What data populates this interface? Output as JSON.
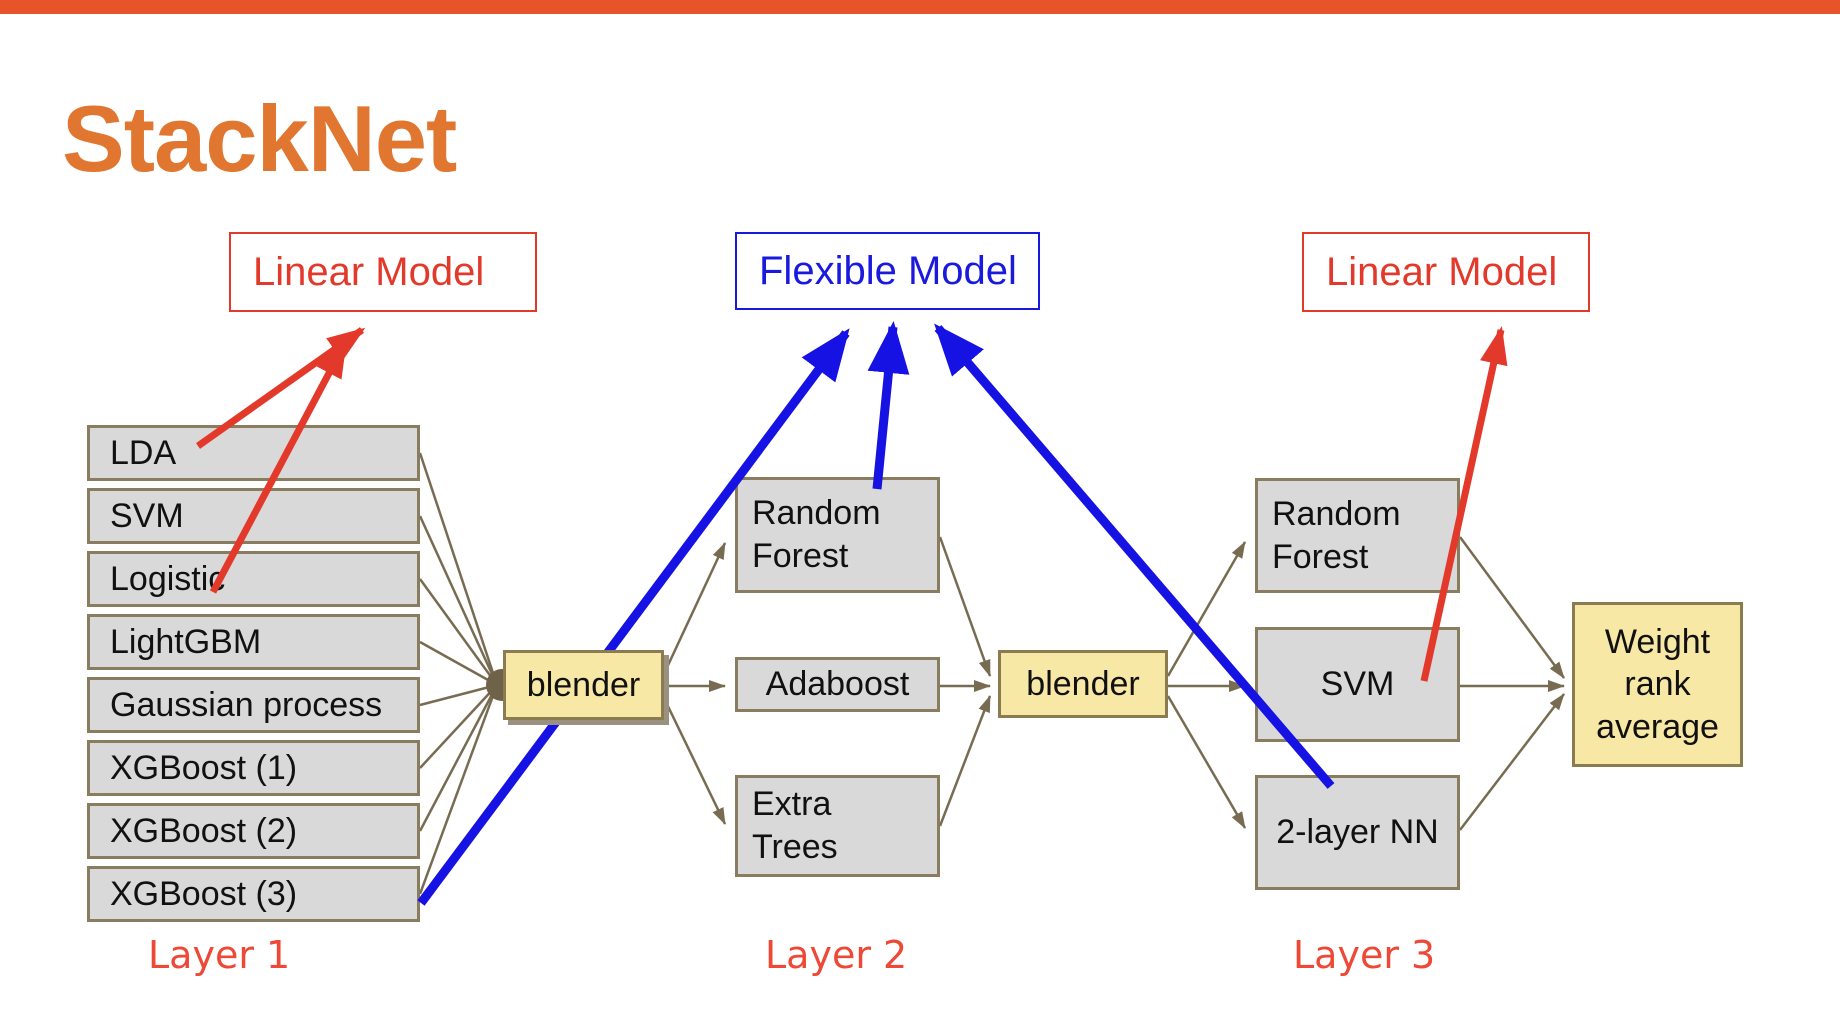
{
  "title": "StackNet",
  "annotations": {
    "linear_left": "Linear Model",
    "flexible": "Flexible Model",
    "linear_right": "Linear Model"
  },
  "layer1": {
    "caption": "Layer 1",
    "models": [
      "LDA",
      "SVM",
      "Logistic",
      "LightGBM",
      "Gaussian process",
      "XGBoost (1)",
      "XGBoost (2)",
      "XGBoost (3)"
    ]
  },
  "blender1": {
    "label": "blender"
  },
  "layer2": {
    "caption": "Layer 2",
    "models": [
      "Random Forest",
      "Adaboost",
      "Extra Trees"
    ]
  },
  "blender2": {
    "label": "blender"
  },
  "layer3": {
    "caption": "Layer 3",
    "models": [
      "Random Forest",
      "SVM",
      "2-layer NN"
    ]
  },
  "output": {
    "label": "Weight rank average"
  },
  "colors": {
    "theme_bar": "#E8542A",
    "title_orange": "#E0762F",
    "caption_red": "#EE4836",
    "annotation_red": "#E3392B",
    "annotation_blue": "#1A1ADF",
    "arrow_red": "#E3392B",
    "arrow_blue": "#1512E3",
    "arrow_gray": "#776C52",
    "model_box_fill": "#D9D9D9",
    "model_box_border": "#8A7D5F",
    "blender_fill": "#F7E8A6"
  }
}
